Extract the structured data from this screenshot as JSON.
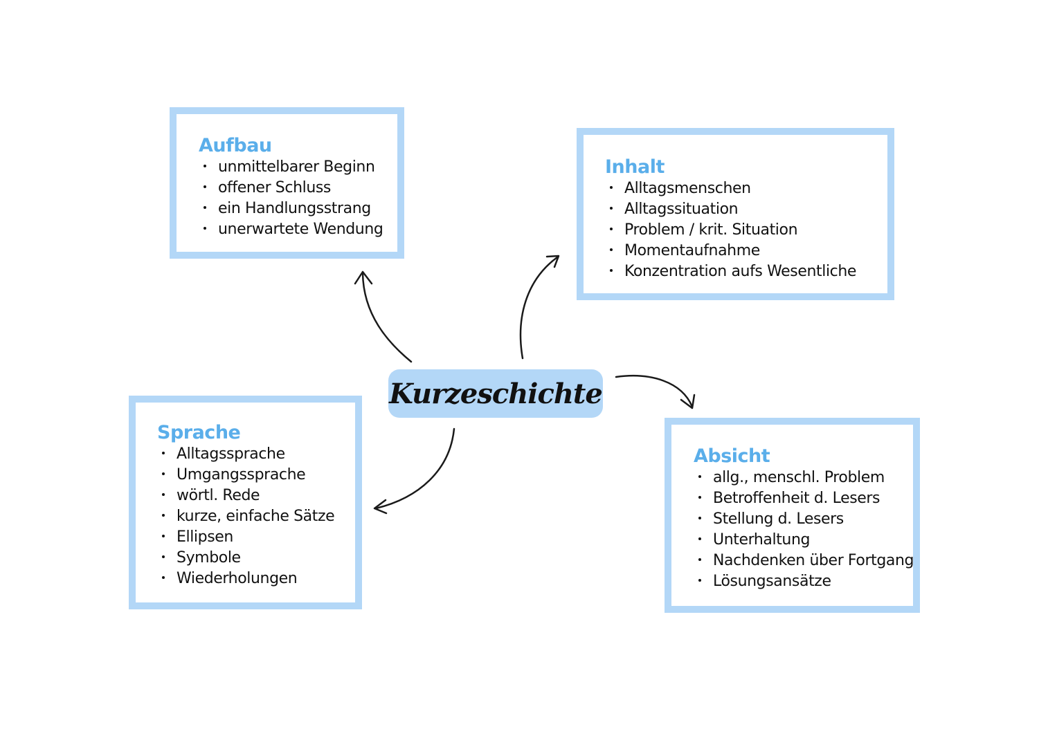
{
  "center": {
    "label": "Kurzeschichte"
  },
  "boxes": {
    "aufbau": {
      "title": "Aufbau",
      "items": [
        "unmittelbarer Beginn",
        "offener Schluss",
        "ein Handlungsstrang",
        "unerwartete Wendung"
      ]
    },
    "inhalt": {
      "title": "Inhalt",
      "items": [
        "Alltagsmenschen",
        "Alltagssituation",
        "Problem / krit. Situation",
        "Momentaufnahme",
        "Konzentration aufs Wesentliche"
      ]
    },
    "sprache": {
      "title": "Sprache",
      "items": [
        "Alltagssprache",
        "Umgangssprache",
        "wörtl. Rede",
        "kurze, einfache Sätze",
        "Ellipsen",
        "Symbole",
        "Wiederholungen"
      ]
    },
    "absicht": {
      "title": "Absicht",
      "items": [
        "allg., menschl. Problem",
        "Betroffenheit d. Lesers",
        "Stellung d. Lesers",
        "Unterhaltung",
        "Nachdenken über Fortgang",
        "Lösungsansätze"
      ]
    }
  },
  "colors": {
    "accent": "#b3d7f7",
    "title": "#5aaeea",
    "text": "#111111"
  }
}
